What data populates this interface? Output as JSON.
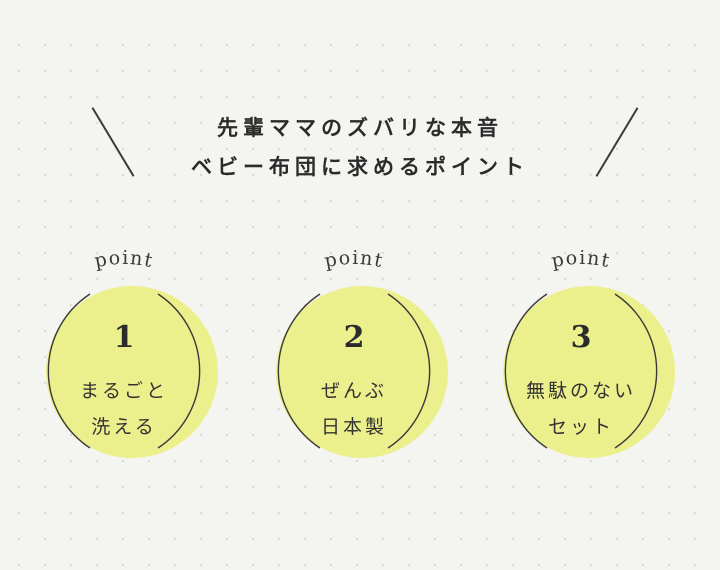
{
  "header": {
    "line1": "先輩ママのズバリな本音",
    "line2": "ベビー布団に求めるポイント"
  },
  "colors": {
    "background": "#f4f4f1",
    "circle_fill": "#ecf08c",
    "text": "#2e2e2e"
  },
  "points": [
    {
      "tag": "point",
      "number": "1",
      "line1": "まるごと",
      "line2": "洗える"
    },
    {
      "tag": "point",
      "number": "2",
      "line1": "ぜんぶ",
      "line2": "日本製"
    },
    {
      "tag": "point",
      "number": "3",
      "line1": "無駄のない",
      "line2": "セット"
    }
  ]
}
